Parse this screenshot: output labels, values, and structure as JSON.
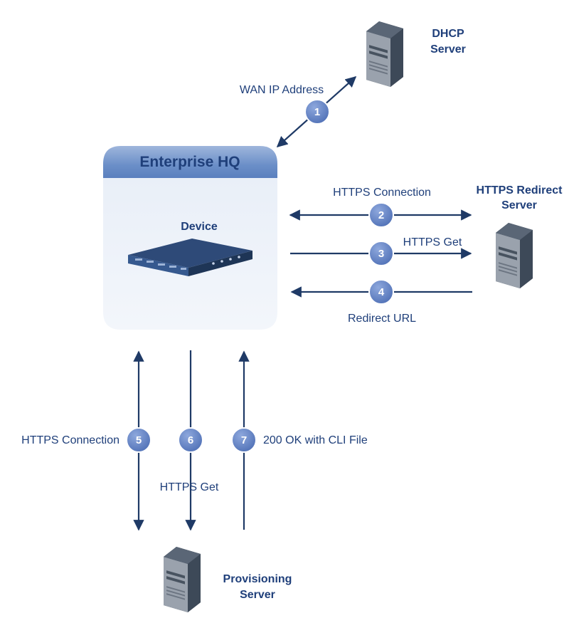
{
  "diagram": {
    "enterprise_title": "Enterprise HQ",
    "device_label": "Device",
    "servers": {
      "dhcp": {
        "line1": "DHCP",
        "line2": "Server"
      },
      "redirect": {
        "line1": "HTTPS Redirect",
        "line2": "Server"
      },
      "provisioning": {
        "line1": "Provisioning",
        "line2": "Server"
      }
    },
    "steps": [
      {
        "number": "1",
        "label": "WAN IP Address"
      },
      {
        "number": "2",
        "label": "HTTPS Connection"
      },
      {
        "number": "3",
        "label": "HTTPS Get"
      },
      {
        "number": "4",
        "label": "Redirect URL"
      },
      {
        "number": "5",
        "label": "HTTPS Connection"
      },
      {
        "number": "6",
        "label": "HTTPS Get"
      },
      {
        "number": "7",
        "label": "200 OK with CLI File"
      }
    ],
    "colors": {
      "accent": "#5b7fc4",
      "arrow": "#1f3a66",
      "text": "#1f3f7a",
      "panel": "#edf2fa",
      "header": "#6b8fc8"
    }
  }
}
